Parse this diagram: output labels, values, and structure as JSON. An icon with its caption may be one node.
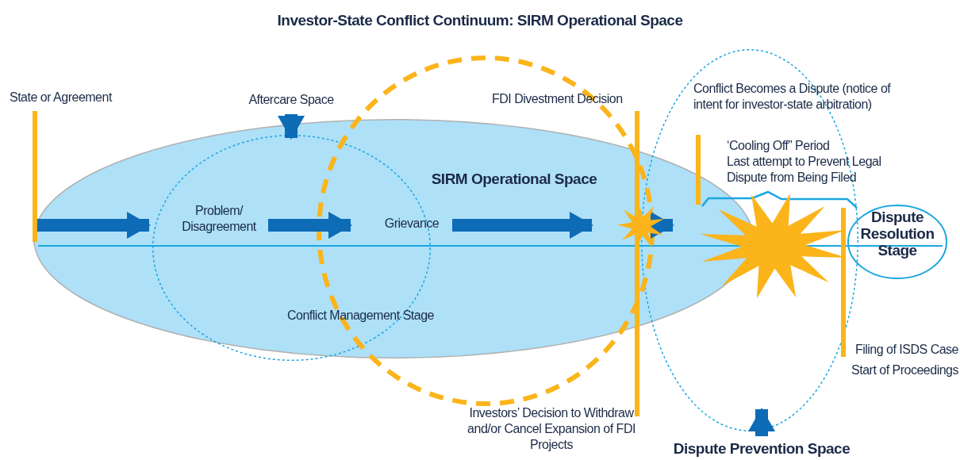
{
  "diagram": {
    "title": "Investor-State Conflict Continuum: SIRM Operational Space",
    "nodes": [
      {
        "text": [
          "SIRM Operational Space"
        ]
      },
      {
        "text": [
          "Conflict Management Stage"
        ],
        "in": 0
      },
      {
        "text": [
          "Aftercare Space"
        ]
      },
      {
        "text": [
          "Problem/ Disagreement"
        ],
        "in": 1
      },
      {
        "text": [
          "Grievance"
        ],
        "in": 0
      },
      {
        "text": [],
        "shape": "star",
        "in": 0
      },
      {
        "text": [],
        "shape": "star",
        "in": 8
      },
      {
        "text": [
          "Dispute Resolution Stage"
        ]
      },
      {
        "text": [],
        "shape": "ellipse"
      },
      {
        "text": [
          "Dispute Prevention Space"
        ]
      }
    ],
    "edges": [
      {
        "from": 0,
        "to": 3,
        "arrow": "to"
      },
      {
        "from": 3,
        "to": 4,
        "arrow": "to"
      },
      {
        "from": 4,
        "to": 5,
        "arrow": "to"
      },
      {
        "from": 5,
        "to": 6,
        "arrow": "to"
      },
      {
        "from": 2,
        "to": 1,
        "arrow": "to"
      },
      {
        "from": 9,
        "to": 8,
        "arrow": "to"
      }
    ],
    "labels": [
      "State or Agreement",
      "FDI Divestment Decision",
      "Conflict Becomes a Dispute (notice of intent for investor-state arbitration)",
      "‘Cooling Off” Period",
      "Last attempt to Prevent Legal Dispute from Being Filed",
      "Investors’ Decision to Withdraw and/or Cancel Expansion of FDI Projects",
      "Filing of ISDS Case",
      "Start of Proceedings"
    ]
  }
}
